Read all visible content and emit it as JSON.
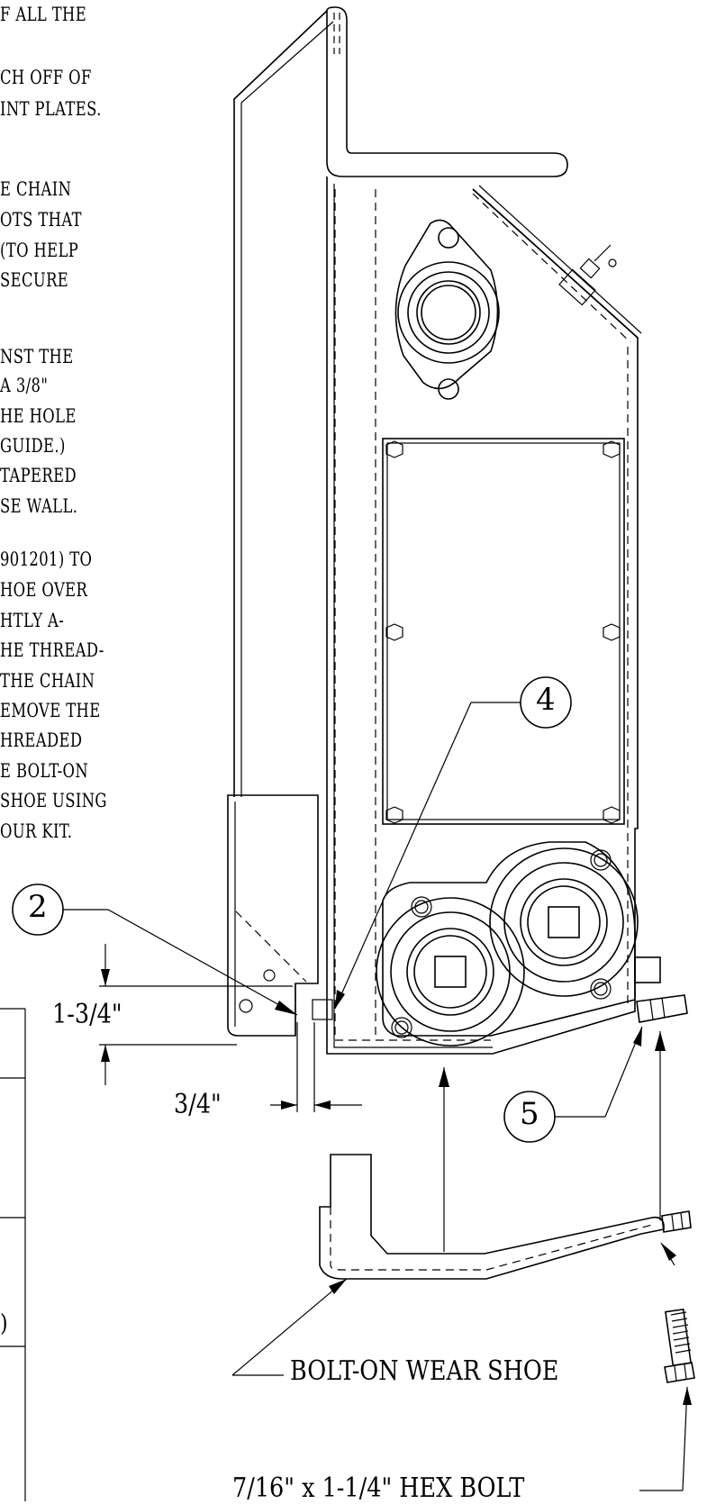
{
  "instructions": [
    "F ALL THE",
    "",
    "CH OFF OF",
    "INT PLATES.",
    "",
    "",
    "E CHAIN",
    "OTS THAT",
    "(TO HELP",
    "SECURE",
    "",
    "",
    "NST THE",
    "A 3/8\"",
    "HE HOLE",
    "GUIDE.)",
    "TAPERED",
    "SE WALL.",
    "",
    "901201) TO",
    "HOE OVER",
    "HTLY A-",
    "HE THREAD-",
    "THE CHAIN",
    "EMOVE THE",
    "HREADED",
    "E BOLT-ON",
    "SHOE USING",
    "OUR KIT."
  ],
  "callouts": {
    "two": "2",
    "four": "4",
    "five": "5"
  },
  "dimensions": {
    "height": "1-3/4\"",
    "width": "3/4\""
  },
  "labels": {
    "wear_shoe": "BOLT-ON WEAR SHOE",
    "hex_bolt": "7/16\" x 1-1/4\" HEX BOLT"
  },
  "table_fragment": {
    "cell_text": ")"
  }
}
